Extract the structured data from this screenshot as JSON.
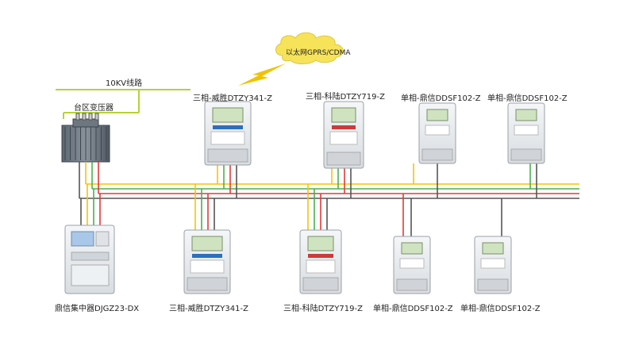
{
  "network": {
    "label": "以太网GPRS/CDMA"
  },
  "power": {
    "line_label": "10KV线路",
    "transformer_label": "台区变压器"
  },
  "concentrator": {
    "label": "鼎信集中器DJGZ23-DX"
  },
  "meters_top": [
    {
      "label": "三相-威胜DTZY341-Z",
      "kind": "three-phase-a"
    },
    {
      "label": "三相-科陆DTZY719-Z",
      "kind": "three-phase-b"
    },
    {
      "label": "单相-鼎信DDSF102-Z",
      "kind": "single-phase"
    },
    {
      "label": "单相-鼎信DDSF102-Z",
      "kind": "single-phase"
    }
  ],
  "meters_bottom": [
    {
      "label": "三相-威胜DTZY341-Z",
      "kind": "three-phase-a"
    },
    {
      "label": "三相-科陆DTZY719-Z",
      "kind": "three-phase-b"
    },
    {
      "label": "单相-鼎信DDSF102-Z",
      "kind": "single-phase"
    },
    {
      "label": "单相-鼎信DDSF102-Z",
      "kind": "single-phase"
    }
  ],
  "colors": {
    "phase_yellow": "#f5c400",
    "phase_green": "#4caf50",
    "phase_red": "#e53935",
    "neutral": "#555555",
    "hv_line": "#b5d334",
    "lightning": "#f2c200",
    "cloud": "#f7e35a",
    "meter_body": "#e9ecef",
    "lcd": "#cfe3c0"
  }
}
